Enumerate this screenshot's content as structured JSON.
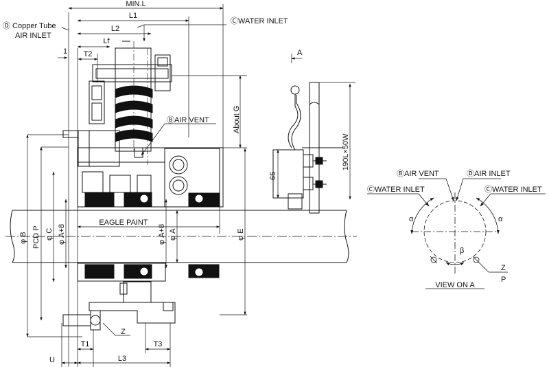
{
  "labels": {
    "min_l": "MIN.L",
    "l1": "L1",
    "l2": "L2",
    "lf": "Lf",
    "t2": "T2",
    "one": "1",
    "copper_tube": "Ⓓ Copper Tube",
    "air_inlet_left": "AIR INLET",
    "water_inlet_top": "ⒸWATER INLET",
    "air_vent_mid": "ⒷAIR VENT",
    "about_g": "About G",
    "a_arrow": "A",
    "dim_190": "190L×50W",
    "dim_65": "65",
    "eagle_paint": "EAGLE PAINT",
    "phi_b": "φ B",
    "pcd_p": "PCD P",
    "phi_c": "φ C",
    "phi_a8_left": "φ A+8",
    "phi_a8_right": "φ A+8",
    "phi_a": "φ A",
    "phi_e": "φ E",
    "z_bottom": "Z",
    "t1": "T1",
    "t3": "T3",
    "u": "U",
    "l3": "L3",
    "view_air_vent": "ⒷAIR VENT",
    "view_air_inlet": "ⒹAIR INLET",
    "view_water_inlet_left": "ⒸWATER INLET",
    "view_water_inlet_right": "ⒸWATER INLET",
    "alpha_left": "α",
    "alpha_right": "α",
    "beta": "β",
    "z_view": "Z",
    "p_view": "P",
    "view_on_a": "VIEW ON A"
  }
}
